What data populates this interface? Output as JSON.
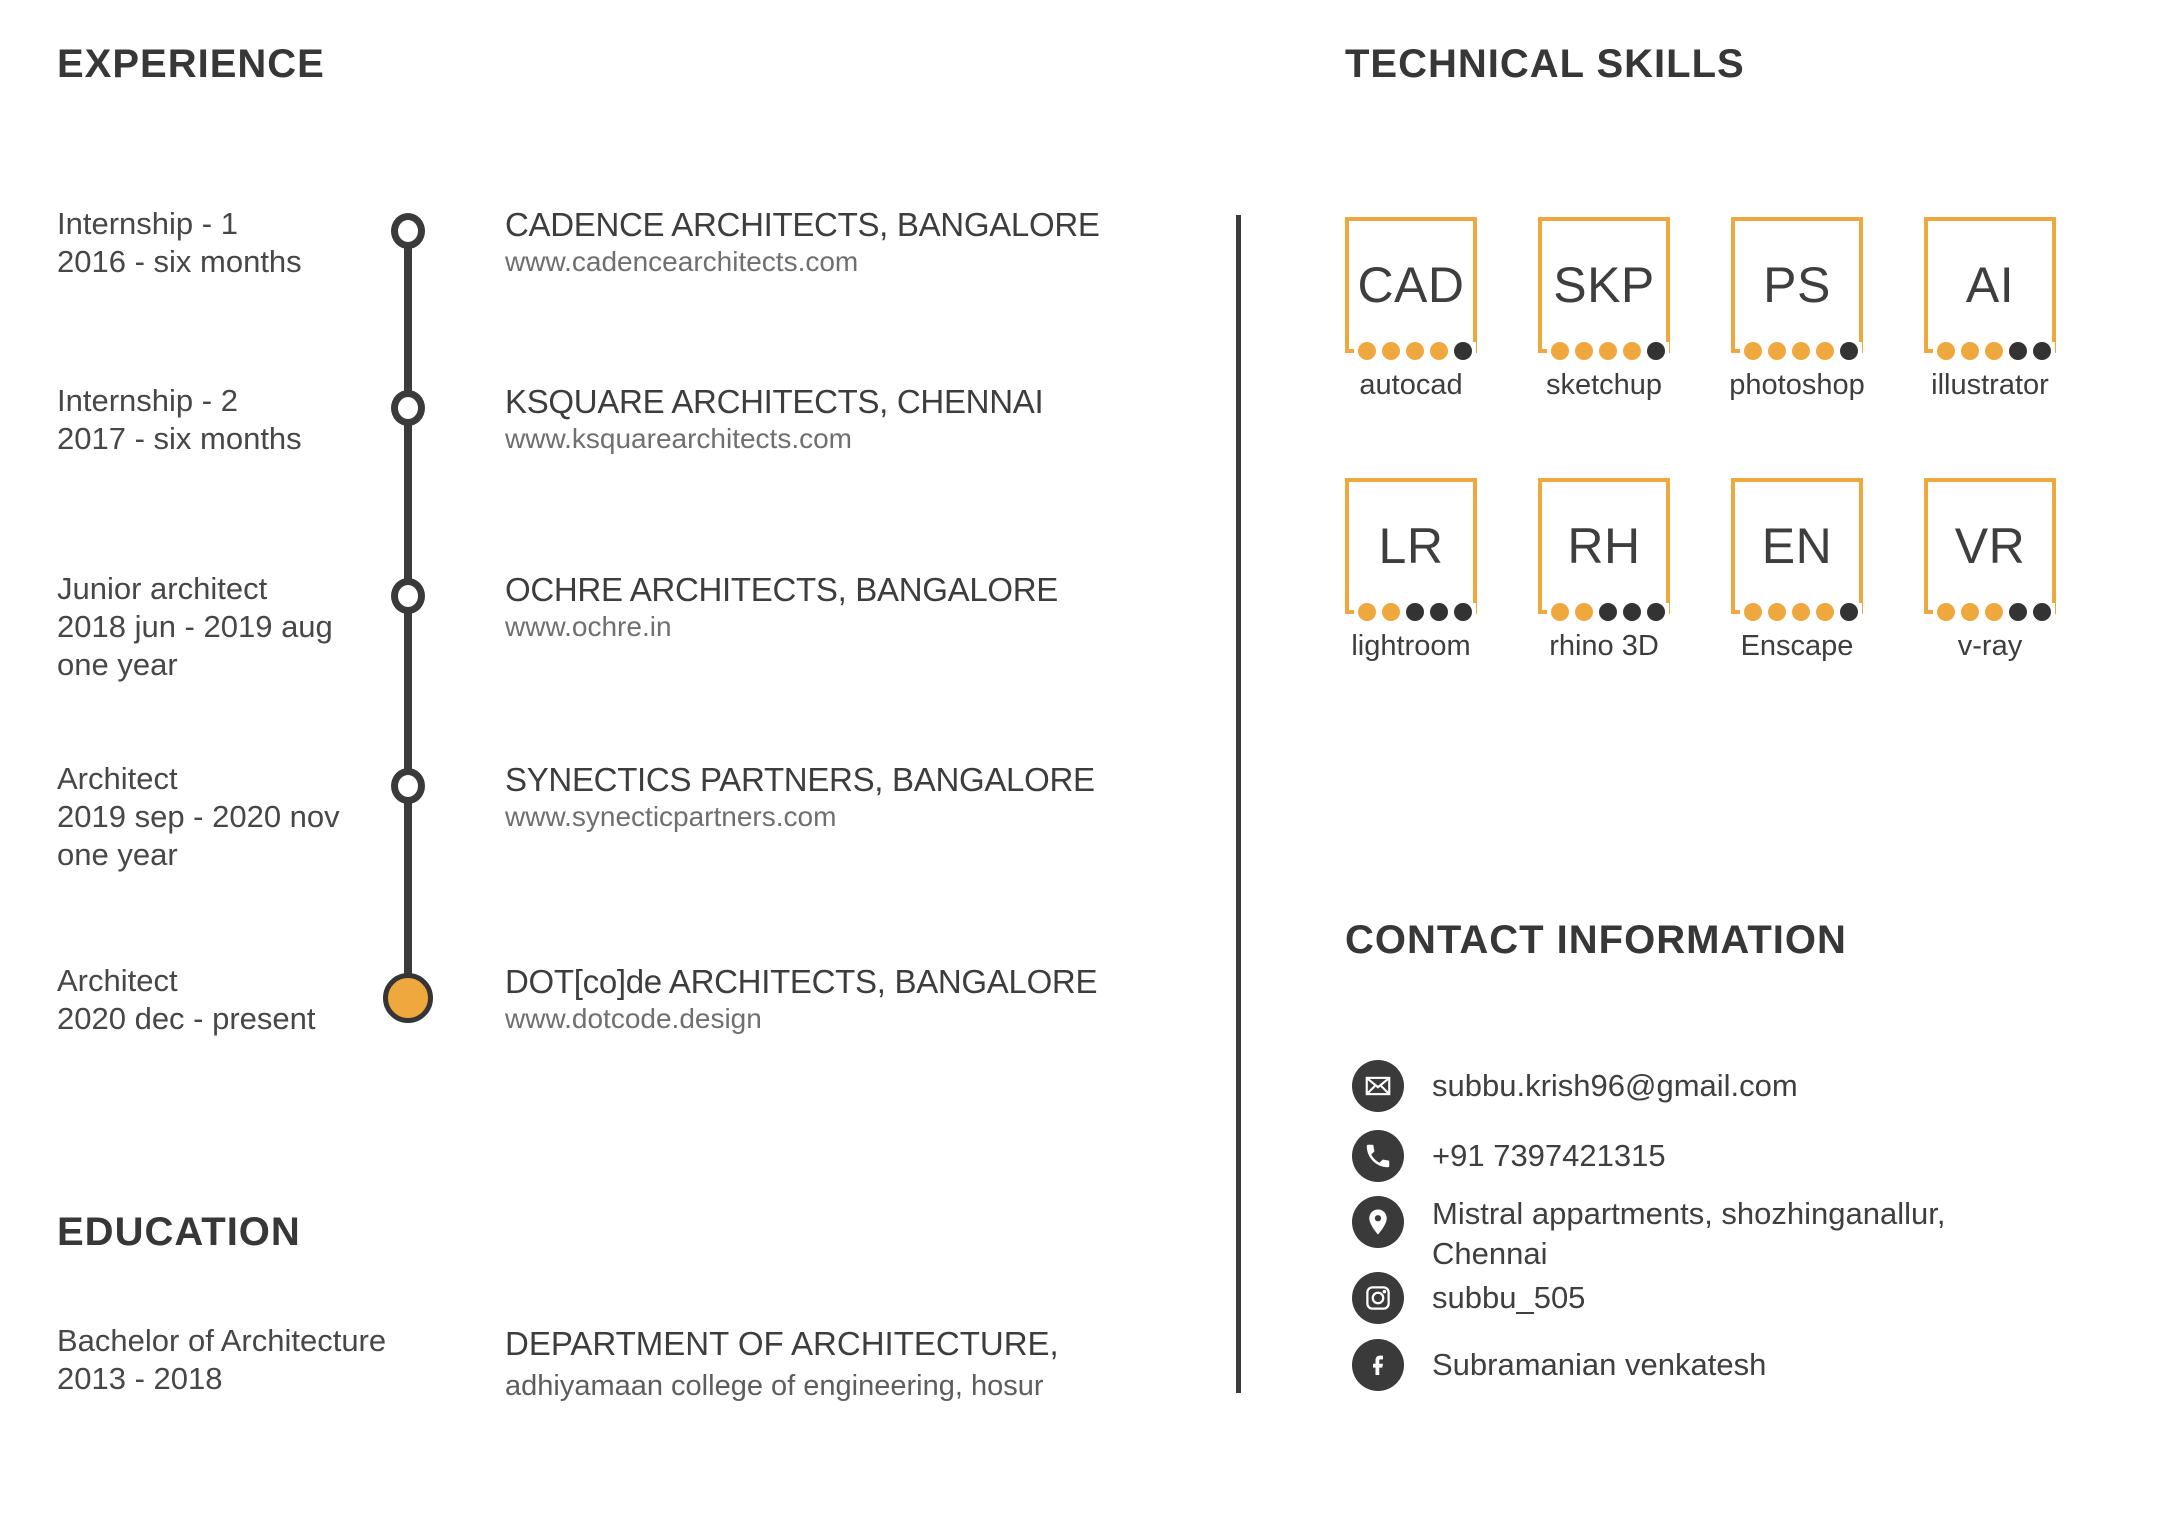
{
  "colors": {
    "accent_orange": "#EFA83D",
    "dark_gray": "#3A3A3A",
    "text_gray": "#6F6F6F",
    "background": "#FFFFFF"
  },
  "experience": {
    "heading": "EXPERIENCE",
    "entries": [
      {
        "role": "Internship - 1",
        "period": "2016 - six months",
        "duration": "",
        "company": "CADENCE ARCHITECTS, BANGALORE",
        "website": "www.cadencearchitects.com",
        "marker": "open"
      },
      {
        "role": "Internship - 2",
        "period": "2017 - six months",
        "duration": "",
        "company": "KSQUARE ARCHITECTS, CHENNAI",
        "website": "www.ksquarearchitects.com",
        "marker": "open"
      },
      {
        "role": "Junior architect",
        "period": "2018 jun - 2019 aug",
        "duration": "one year",
        "company": "OCHRE ARCHITECTS, BANGALORE",
        "website": "www.ochre.in",
        "marker": "open"
      },
      {
        "role": "Architect",
        "period": "2019 sep - 2020 nov",
        "duration": "one year",
        "company": "SYNECTICS PARTNERS, BANGALORE",
        "website": "www.synecticpartners.com",
        "marker": "open"
      },
      {
        "role": "Architect",
        "period": "2020 dec - present",
        "duration": "",
        "company": "DOT[co]de ARCHITECTS, BANGALORE",
        "website": "www.dotcode.design",
        "marker": "filled"
      }
    ]
  },
  "education": {
    "heading": "EDUCATION",
    "entries": [
      {
        "degree": "Bachelor of Architecture",
        "period": "2013 - 2018",
        "school": "DEPARTMENT OF ARCHITECTURE,",
        "school_sub": "adhiyamaan college of engineering, hosur"
      }
    ]
  },
  "skills": {
    "heading": "TECHNICAL SKILLS",
    "rating_max": 5,
    "items": [
      {
        "abbr": "CAD",
        "label": "autocad",
        "rating": 4
      },
      {
        "abbr": "SKP",
        "label": "sketchup",
        "rating": 4
      },
      {
        "abbr": "PS",
        "label": "photoshop",
        "rating": 4
      },
      {
        "abbr": "AI",
        "label": "illustrator",
        "rating": 3
      },
      {
        "abbr": "LR",
        "label": "lightroom",
        "rating": 2
      },
      {
        "abbr": "RH",
        "label": "rhino 3D",
        "rating": 2
      },
      {
        "abbr": "EN",
        "label": "Enscape",
        "rating": 4
      },
      {
        "abbr": "VR",
        "label": "v-ray",
        "rating": 3
      }
    ]
  },
  "contact": {
    "heading": "CONTACT INFORMATION",
    "items": [
      {
        "icon": "email-icon",
        "text": "subbu.krish96@gmail.com"
      },
      {
        "icon": "phone-icon",
        "text": "+91 7397421315"
      },
      {
        "icon": "location-icon",
        "text": "Mistral appartments, shozhinganallur, Chennai",
        "multiline": true
      },
      {
        "icon": "instagram-icon",
        "text": "subbu_505"
      },
      {
        "icon": "facebook-icon",
        "text": "Subramanian venkatesh"
      }
    ]
  }
}
